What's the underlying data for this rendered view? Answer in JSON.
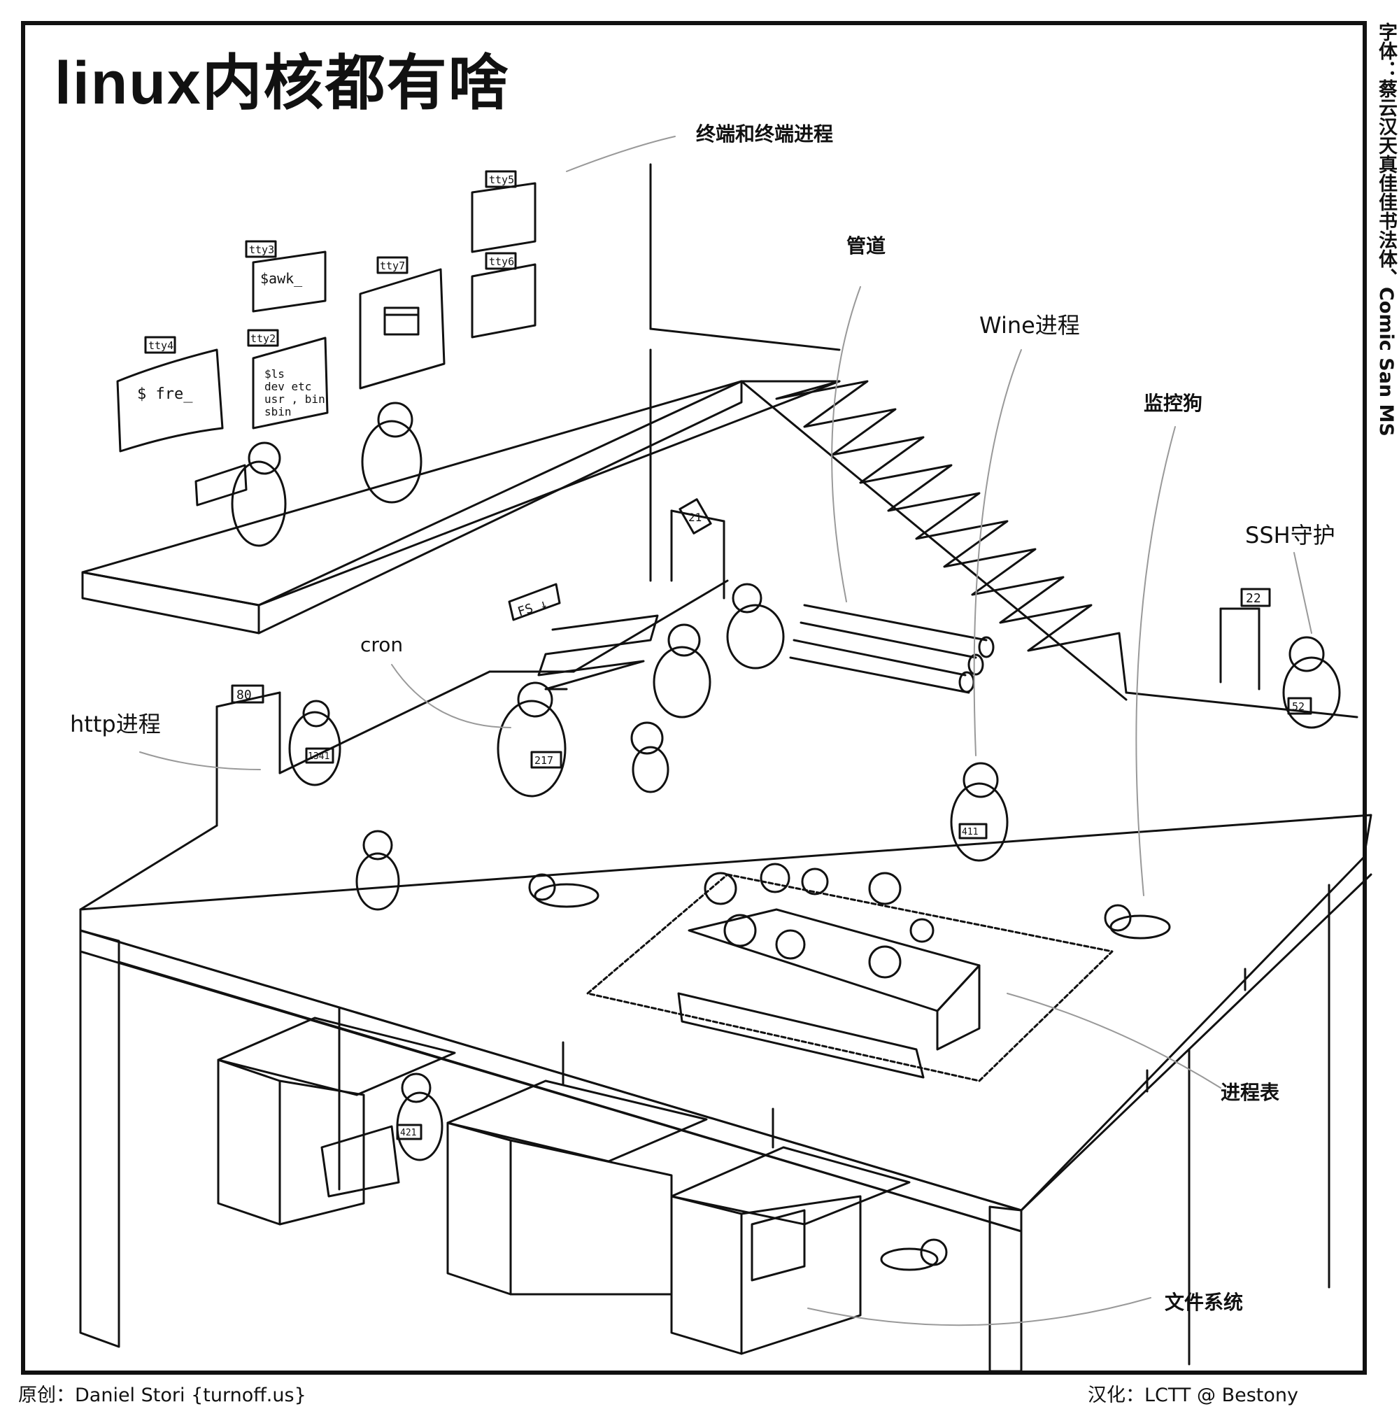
{
  "title": "linux内核都有啥",
  "labels": {
    "terminals": "终端和终端进程",
    "pipes": "管道",
    "wine": "Wine进程",
    "watchdog": "监控狗",
    "ssh": "SSH守护",
    "cron": "cron",
    "http": "http进程",
    "process_table": "进程表",
    "filesystem": "文件系统"
  },
  "font_credit": "字体：蔡云汉天真佳佳书法体、Comic San MS",
  "credits": {
    "original": "原创：Daniel Stori {turnoff.us}",
    "translation": "汉化：LCTT @ Bestony"
  },
  "screens": {
    "tty4": "tty4",
    "tty4_text": "$ fre_",
    "tty3": "tty3",
    "tty3_text": "$awk_",
    "tty2": "tty2",
    "tty2_l1": "$ls",
    "tty2_l2": "dev etc",
    "tty2_l3": "usr , bin",
    "tty2_l4": "sbin",
    "tty7": "tty7",
    "tty5": "tty5",
    "tty6": "tty6"
  },
  "signs": {
    "port21": "21",
    "fs": "FS ↓",
    "port80": "80",
    "port22": "22"
  },
  "badges": {
    "http": "1341",
    "cron": "217",
    "wine": "411",
    "ssh": "52",
    "archiver": "421"
  }
}
